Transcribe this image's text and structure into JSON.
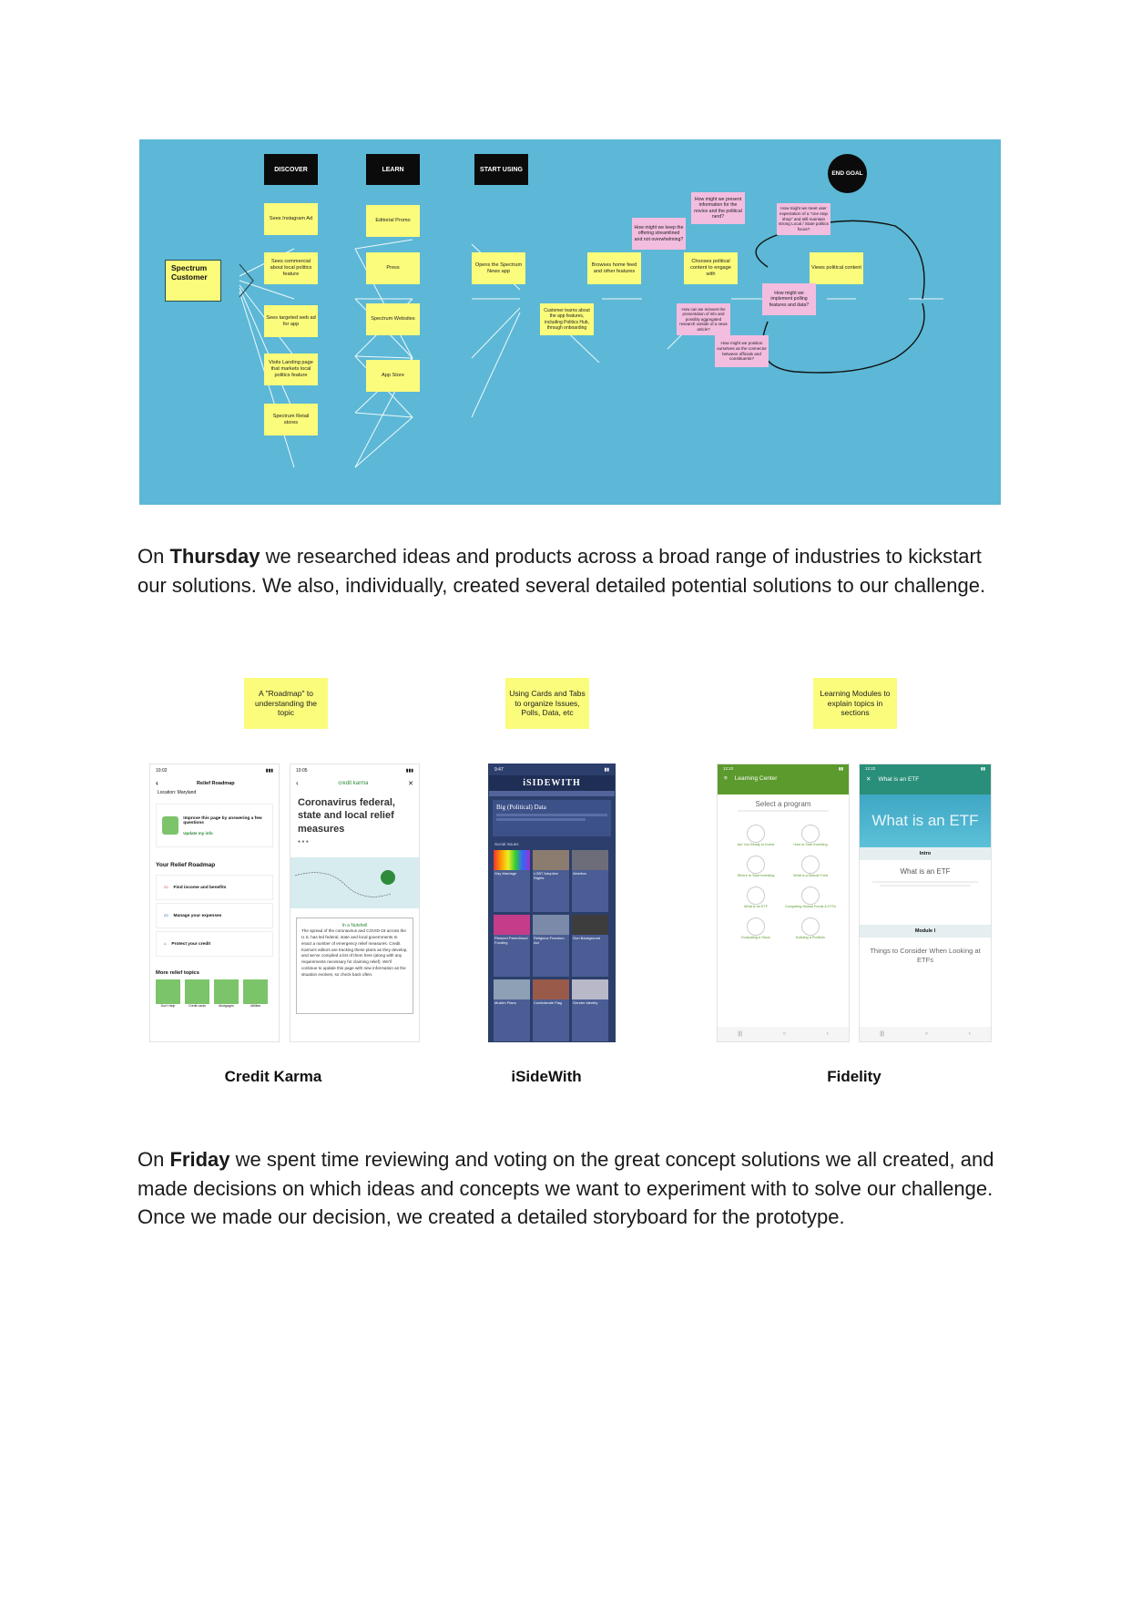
{
  "journey_map": {
    "phases": [
      "DISCOVER",
      "LEARN",
      "START USING"
    ],
    "end_goal": "END GOAL",
    "customer": "Spectrum Customer",
    "discover": [
      "Sees Instagram Ad",
      "Sees commercial about local politics feature",
      "Sees targeted web ad for app",
      "Visits Landing page that markets local politics feature",
      "Spectrum Retail stores"
    ],
    "learn": [
      "Editorial Promo",
      "Press",
      "Spectrum Websites",
      "App Store"
    ],
    "start_using": {
      "opens": "Opens the Spectrum News app",
      "learns": "Customer learns about the app features, including Politics Hub, through onboarding",
      "browses": "Browses home feed and other features",
      "chooses": "Chooses political content to engage with",
      "views": "Views political content"
    },
    "hmw": {
      "present": "How might we present information for the novice and the political nerd?",
      "streamlined": "How might we keep the offering streamlined and not overwhelming?",
      "expectation": "How might we meet user expectation of a \"one stop shop\" and still maintain strong Local / State politics focus?",
      "polling": "How might we implement polling features and data?",
      "reinvent": "How can we reinvent the presentation of info and possibly aggregated research outside of a news article?",
      "position": "How might we position ourselves as the connector between officials and constituents?"
    }
  },
  "para1": {
    "pre": "On ",
    "bold": "Thursday",
    "rest": " we researched ideas and products across a broad range of industries to kickstart our solutions. We also, individually, created several detailed potential solutions to our challenge."
  },
  "inspiration": {
    "notes": [
      "A \"Roadmap\" to understanding the topic",
      "Using Cards and Tabs to organize Issues, Polls, Data, etc",
      "Learning Modules to explain topics in sections"
    ],
    "captions": [
      "Credit Karma",
      "iSideWith",
      "Fidelity"
    ],
    "credit_karma": {
      "time1": "10:02",
      "nav_title": "Relief Roadmap",
      "location": "Location: Maryland",
      "improve": "Improve this page by answering a few questions",
      "update": "Update my info",
      "roadmap_title": "Your Relief Roadmap",
      "items": [
        "Find income and benefits",
        "Manage your expenses",
        "Protect your credit"
      ],
      "more_title": "More relief topics",
      "more_items": [
        "Don't help",
        "Credit cards",
        "Mortgages",
        "Utilities"
      ],
      "time2": "10:05",
      "brand": "credit karma",
      "article_title": "Coronavirus federal, state and local relief measures",
      "nutshell": "In a Nutshell",
      "body": "The spread of the coronavirus and COVID-19 across the U.S. has led federal, state and local governments to enact a number of emergency relief measures. Credit Karma's editors are tracking these plans as they develop, and we've compiled a list of them here (along with any requirements necessary for claiming relief). We'll continue to update this page with new information as the situation evolves, so check back often."
    },
    "isidewith": {
      "time": "9:47",
      "logo": "iSIDEWITH",
      "section": "Big (Political) Data",
      "subsection": "Social Issues",
      "cards": [
        "Gay Marriage",
        "LGBT Adoption Rights",
        "Abortion",
        "Planned Parenthood Funding",
        "Religious Freedom Act",
        "Gun Background",
        "Muslim Plans",
        "Confederate Flag",
        "Gender Identity"
      ]
    },
    "fidelity": {
      "time": "12:22",
      "header1": "Learning Center",
      "select": "Select a program",
      "programs": [
        "Are You Ready to Invest",
        "How to Start Investing",
        "Where to Start Investing",
        "What is a Mutual Fund",
        "What is an ETF",
        "Comparing Mutual Funds & ETFs",
        "Evaluating a Stock",
        "Building a Portfolio"
      ],
      "header2": "What is an ETF",
      "hero": "What is an ETF",
      "intro": "Intro",
      "intro_title": "What is an ETF",
      "module": "Module I",
      "module_title": "Things to Consider When Looking at ETFs"
    }
  },
  "para2": {
    "pre": "On ",
    "bold": "Friday",
    "rest": " we spent time reviewing and voting on the great concept solutions we all created, and made decisions on which ideas and concepts we want to experiment with to solve our challenge. Once we made our decision, we created a detailed storyboard for the prototype."
  }
}
